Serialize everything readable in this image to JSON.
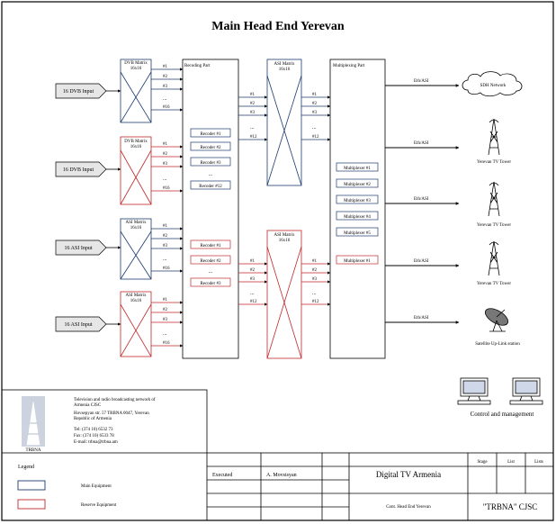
{
  "title": "Main Head End Yerevan",
  "inputs": [
    {
      "label": "16 DVB Input",
      "kind": "main"
    },
    {
      "label": "16 DVB Input",
      "kind": "backup"
    },
    {
      "label": "16 ASI Input",
      "kind": "main"
    },
    {
      "label": "16 ASI Input",
      "kind": "backup"
    }
  ],
  "input_matrices": [
    {
      "name": "DVB Matrix",
      "size": "16x16",
      "kind": "main"
    },
    {
      "name": "DVB Matrix",
      "size": "16x16",
      "kind": "backup"
    },
    {
      "name": "ASI Matrix",
      "size": "16x16",
      "kind": "main"
    },
    {
      "name": "ASI Matrix",
      "size": "16x16",
      "kind": "backup"
    }
  ],
  "port_labels": [
    "#1",
    "#2",
    "#3",
    "...",
    "#16"
  ],
  "port_labels_out": [
    "#1",
    "#2",
    "#3",
    "...",
    "#12"
  ],
  "recoding_part": {
    "title": "Recoding Part",
    "main_recoders": [
      "Recoder #1",
      "Recoder #2",
      "Recoder #3",
      "...",
      "Recoder #12"
    ],
    "backup_recoders": [
      "Recoder #1",
      "Recoder #2",
      "...",
      "Recoder #3"
    ]
  },
  "output_matrices": [
    {
      "name": "ASI Matrix",
      "size": "16x16",
      "kind": "main"
    },
    {
      "name": "ASI Matrix",
      "size": "16x16",
      "kind": "backup"
    }
  ],
  "multiplexing_part": {
    "title": "Multiplexing Part",
    "main_mux": [
      "Multiplexer #1",
      "Multiplexer #2",
      "Multiplexer #3",
      "Multiplexer #4",
      "Multiplexer #5"
    ],
    "backup_mux": [
      "Multiplexer #1"
    ]
  },
  "outputs": [
    {
      "line": "Eth/ASI",
      "target": "SDH Network",
      "icon": "cloud-icon"
    },
    {
      "line": "Eth/ASI",
      "target": "Yerevan TV Tower",
      "icon": "tower-icon"
    },
    {
      "line": "Eth/ASI",
      "target": "Yerevan TV Tower",
      "icon": "tower-icon"
    },
    {
      "line": "Eth/ASI",
      "target": "Yerevan TV Tower",
      "icon": "tower-icon"
    },
    {
      "line": "Eth/ASI",
      "target": "Satellite Up-Link station",
      "icon": "satellite-dish-icon"
    }
  ],
  "control": {
    "label": "Control and management"
  },
  "company": {
    "logo_text": "TRBNA",
    "lines": [
      "Television and radio broadcasting network of",
      "Armenia CJSC",
      "Hovsepyan str. 57 TRBNA 0047, Yerevan",
      "Republic of Armenia",
      "Tel: (374 10) 6532 73",
      "Fax: (374 10) 6533 78",
      "E-mail: trbna@trbna.am"
    ]
  },
  "legend": {
    "title": "Legend",
    "items": [
      {
        "label": "Main Equipment",
        "color": "#1c3a6e"
      },
      {
        "label": "Reserve Equipment",
        "color": "#c0282a"
      }
    ]
  },
  "title_block": {
    "role": "Executed",
    "person": "A. Movsisyan",
    "project": "Digital TV Armenia",
    "subtitle": "Cont. Head End Yerevan",
    "col_stage": "Stage",
    "col_list": "List",
    "col_lists": "Lists",
    "org": "\"TRBNA\" CJSC"
  }
}
